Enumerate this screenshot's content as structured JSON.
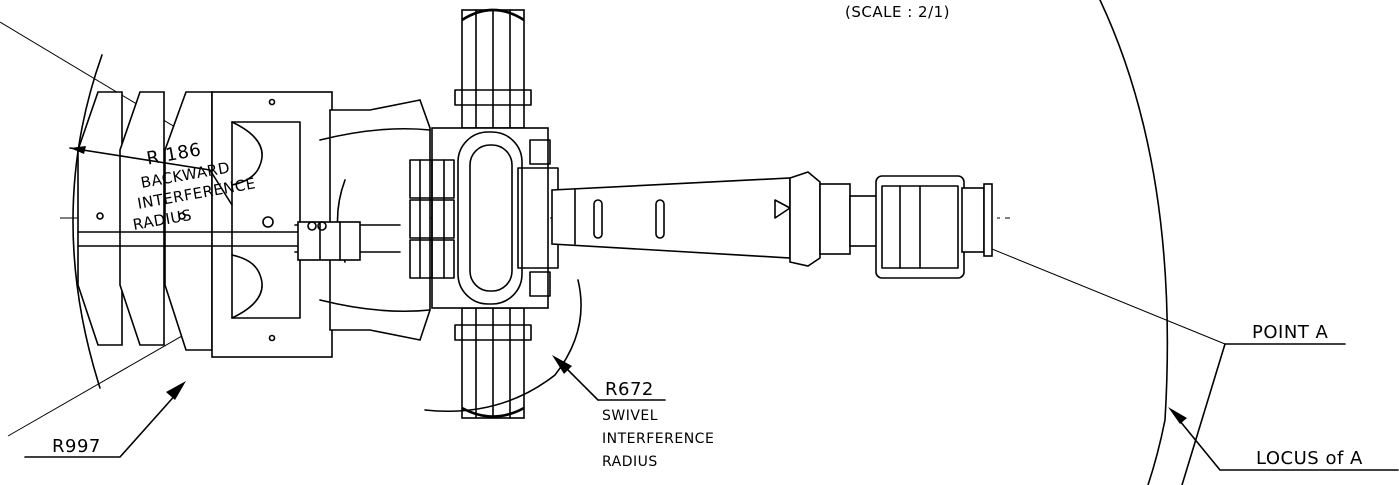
{
  "scale_note": "(SCALE : 2/1)",
  "labels": {
    "r186_value": "R 186",
    "r186_line1": "BACKWARD",
    "r186_line2": "INTERFERENCE",
    "r186_line3": "RADIUS",
    "r997_value": "R997",
    "r672_value": "R672",
    "r672_line1": "SWIVEL",
    "r672_line2": "INTERFERENCE",
    "r672_line3": "RADIUS",
    "point_a": "POINT A",
    "locus_a": "LOCUS of A"
  }
}
